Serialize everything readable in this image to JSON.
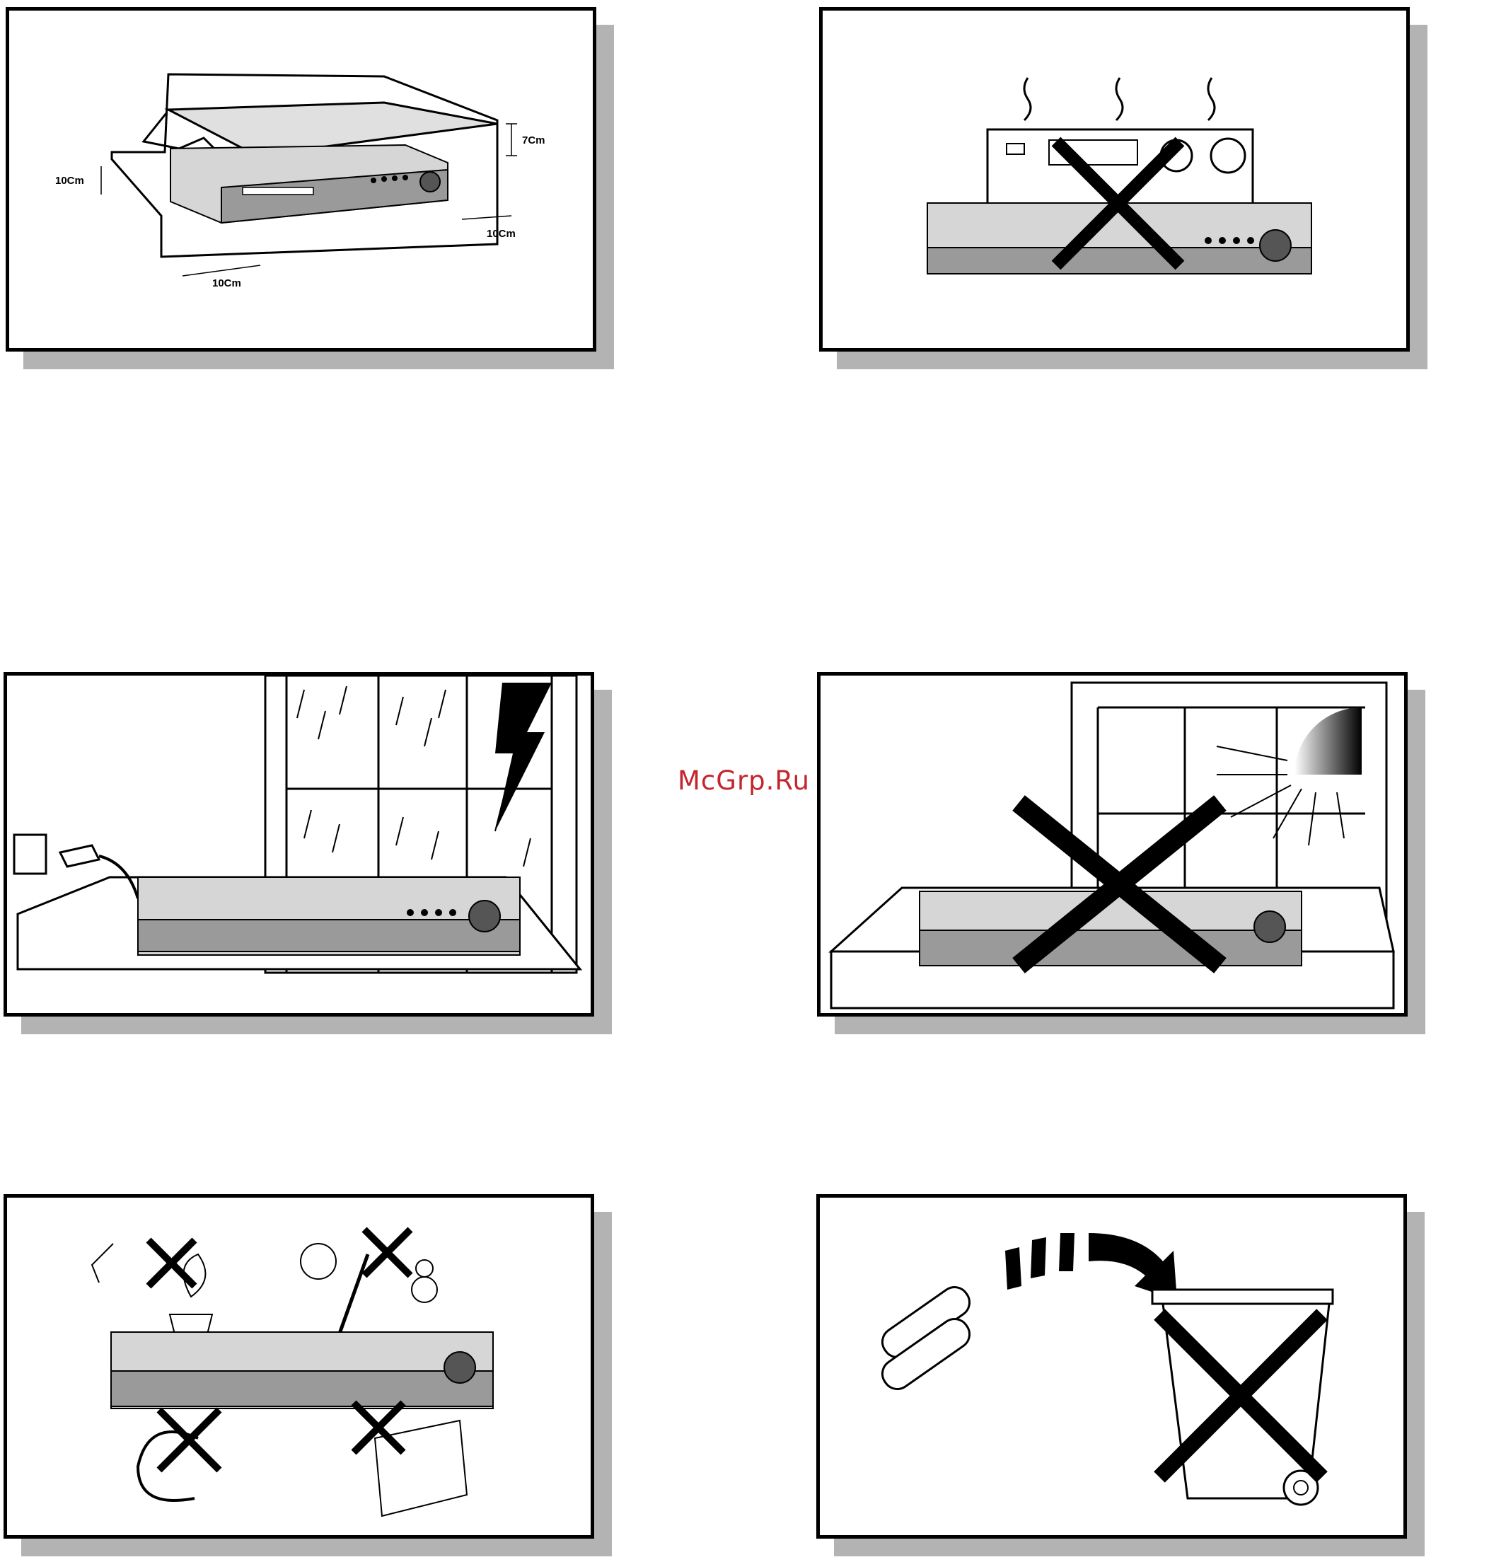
{
  "watermark": "McGrp.Ru",
  "panels": [
    {
      "id": "ventilation-clearance",
      "labels": {
        "top": "7Cm",
        "left": "10Cm",
        "right": "10Cm",
        "bottom": "10Cm"
      }
    },
    {
      "id": "no-heat-source-on-top"
    },
    {
      "id": "storm-unplug"
    },
    {
      "id": "no-direct-sunlight"
    },
    {
      "id": "no-hazards-around-unit"
    },
    {
      "id": "battery-disposal"
    }
  ],
  "colors": {
    "frame": "#000000",
    "shadow": "#b3b3b3",
    "watermark": "#c4262e"
  }
}
